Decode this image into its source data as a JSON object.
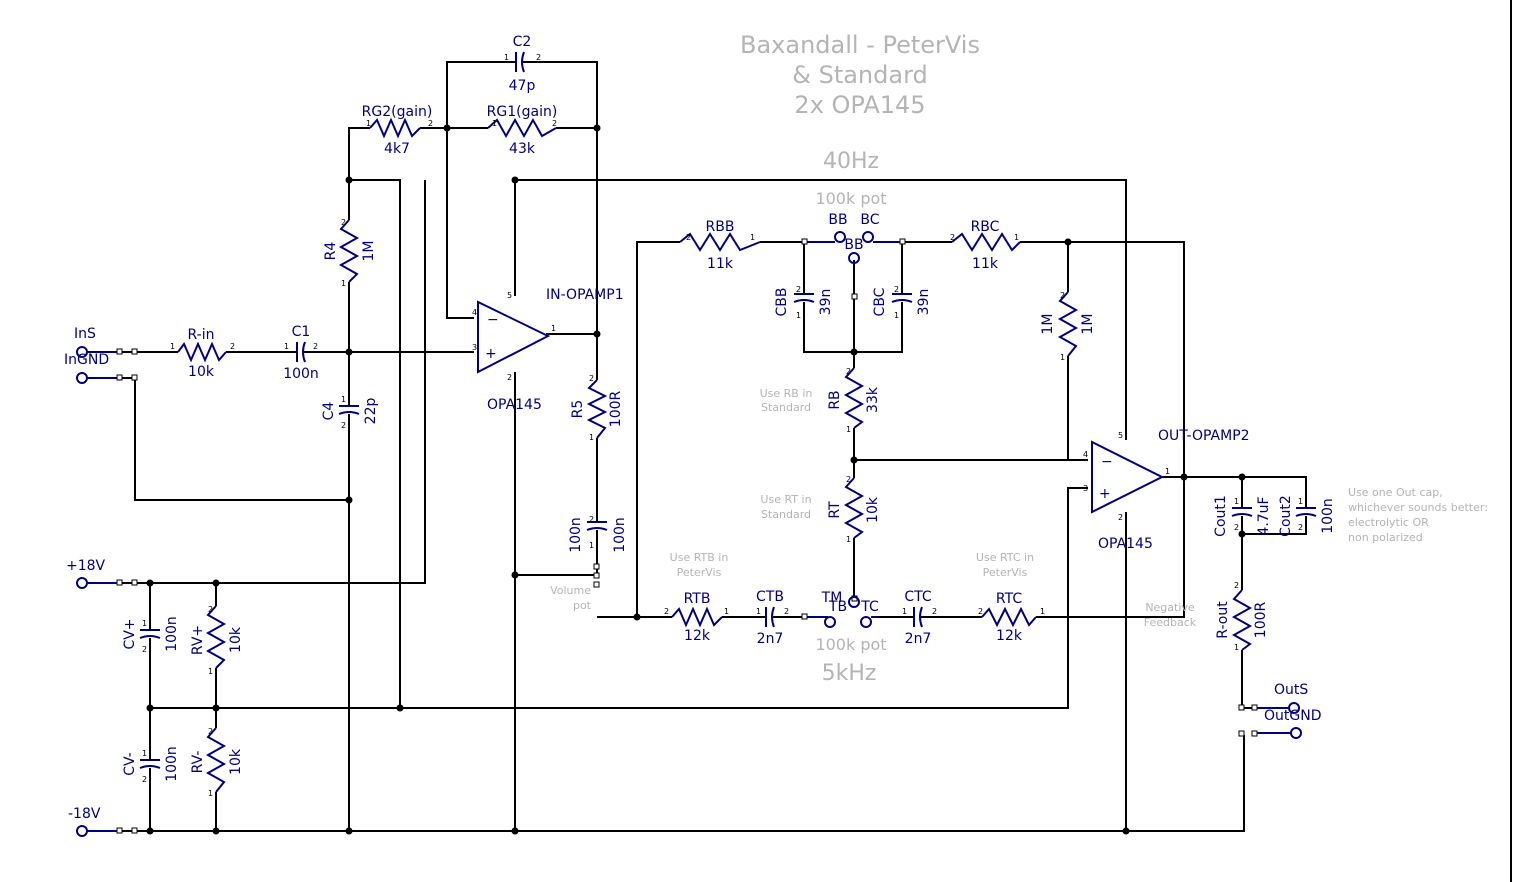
{
  "title": {
    "line1": "Baxandall - PeterVis",
    "line2": "& Standard",
    "line3": "2x OPA145"
  },
  "colors": {
    "wire": "#000000",
    "component": "#00007f",
    "note": "#b4b4b4"
  },
  "ports": {
    "ins": "InS",
    "ingnd": "InGND",
    "p18": "+18V",
    "m18": "-18V",
    "outs": "OutS",
    "outgnd": "OutGND"
  },
  "opamps": {
    "op1": {
      "net": "IN-OPAMP1",
      "part": "OPA145",
      "minus": "−",
      "plus": "+"
    },
    "op2": {
      "net": "OUT-OPAMP2",
      "part": "OPA145",
      "minus": "−",
      "plus": "+"
    }
  },
  "components": {
    "rin": {
      "name": "R-in",
      "value": "10k"
    },
    "c1": {
      "name": "C1",
      "value": "100n"
    },
    "c2": {
      "name": "C2",
      "value": "47p"
    },
    "rg2": {
      "name": "RG2(gain)",
      "value": "4k7"
    },
    "rg1": {
      "name": "RG1(gain)",
      "value": "43k"
    },
    "r4": {
      "name": "R4",
      "value": "1M"
    },
    "c4": {
      "name": "C4",
      "value": "22p"
    },
    "r5": {
      "name": "R5",
      "value": "100R"
    },
    "cvol": {
      "name": "100n",
      "value": "100n"
    },
    "rbb": {
      "name": "RBB",
      "value": "11k"
    },
    "rbc": {
      "name": "RBC",
      "value": "11k"
    },
    "cbb": {
      "name": "CBB",
      "value": "39n"
    },
    "cbc": {
      "name": "CBC",
      "value": "39n"
    },
    "r1m": {
      "name": "1M",
      "value": "1M"
    },
    "rb": {
      "name": "RB",
      "value": "33k"
    },
    "rt": {
      "name": "RT",
      "value": "10k"
    },
    "rtb": {
      "name": "RTB",
      "value": "12k"
    },
    "ctb": {
      "name": "CTB",
      "value": "2n7"
    },
    "ctc": {
      "name": "CTC",
      "value": "2n7"
    },
    "rtc": {
      "name": "RTC",
      "value": "12k"
    },
    "cvp": {
      "name": "CV+",
      "value": "100n"
    },
    "rvp": {
      "name": "RV+",
      "value": "10k"
    },
    "cvm": {
      "name": "CV-",
      "value": "100n"
    },
    "rvm": {
      "name": "RV-",
      "value": "10k"
    },
    "cout1": {
      "name": "Cout1",
      "value": "4.7uF"
    },
    "cout2": {
      "name": "Cout2",
      "value": "100n"
    },
    "rout": {
      "name": "R-out",
      "value": "100R"
    }
  },
  "pots": {
    "bass_freq": "40Hz",
    "bass_pot": "100k pot",
    "bb1": "BB",
    "bc": "BC",
    "bb2": "BB",
    "treble_freq": "5kHz",
    "treble_pot": "100k pot",
    "tb": "TB",
    "tm": "TM",
    "tc": "TC"
  },
  "notes": {
    "use_rb_1": "Use RB in",
    "use_rb_2": "Standard",
    "use_rt_1": "Use RT in",
    "use_rt_2": "Standard",
    "use_rtb_1": "Use RTB in",
    "use_rtb_2": "PeterVis",
    "use_rtc_1": "Use RTC in",
    "use_rtc_2": "PeterVis",
    "volume_1": "Volume",
    "volume_2": "pot",
    "negfb_1": "Negative",
    "negfb_2": "Feedback",
    "outcap_1": "Use one Out cap,",
    "outcap_2": "whichever sounds better:",
    "outcap_3": "electrolytic OR",
    "outcap_4": "non polarized"
  }
}
